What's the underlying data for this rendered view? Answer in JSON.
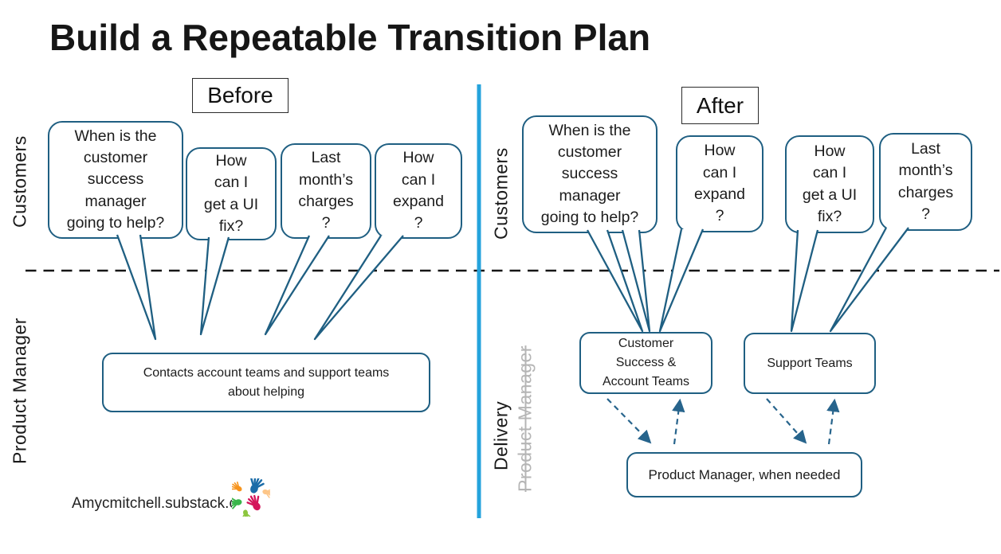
{
  "title": "Build a Repeatable Transition Plan",
  "colors": {
    "accent": "#1F5F82",
    "divider": "#25A3DC",
    "muted_gray": "#b5b5b5"
  },
  "before": {
    "heading": "Before",
    "labels": {
      "customers": "Customers",
      "product_manager": "Product Manager"
    },
    "bubbles": [
      "When is the\ncustomer\nsuccess\nmanager\ngoing to help?",
      "How\ncan I\nget a UI\nfix?",
      "Last\nmonth’s\ncharges\n?",
      "How\ncan I\nexpand\n?"
    ],
    "pm_box": "Contacts account teams and support teams\nabout helping"
  },
  "after": {
    "heading": "After",
    "labels": {
      "customers": "Customers",
      "delivery": "Delivery",
      "product_manager_crossed": "Product Manager"
    },
    "bubbles": [
      "When is the\ncustomer\nsuccess\nmanager\ngoing to help?",
      "How\ncan I\nexpand\n?",
      "How\ncan I\nget a UI\nfix?",
      "Last\nmonth’s\ncharges\n?"
    ],
    "boxes": {
      "customer_success": "Customer\nSuccess &\nAccount Teams",
      "support": "Support Teams",
      "product_manager": "Product Manager, when needed"
    }
  },
  "footer": {
    "site_url": "Amycmitchell.substack.com",
    "logo": "colorful-hands-logo"
  }
}
